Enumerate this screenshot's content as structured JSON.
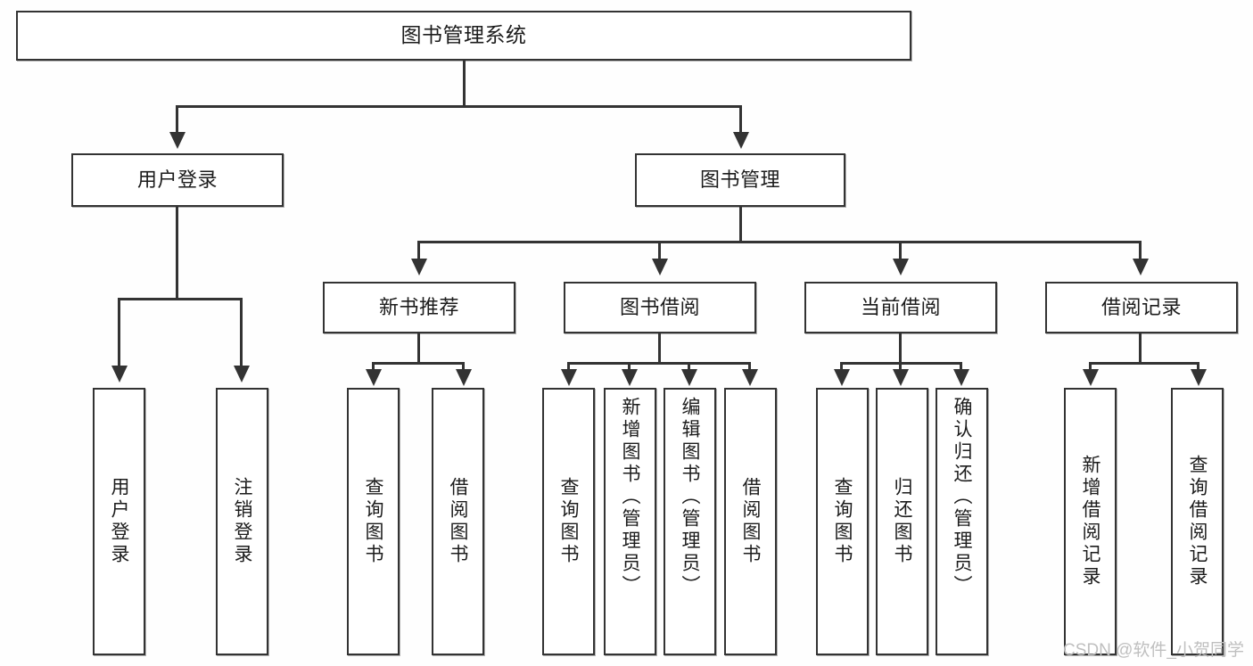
{
  "diagram": {
    "title": "图书管理系统",
    "type": "tree-diagram",
    "watermark": "CSDN @软件_小贺同学",
    "colors": {
      "stroke": "#333333",
      "box_fill": "#ffffff",
      "text": "#1c1c1c",
      "watermark": "#bfbfbf",
      "background": "#fefefe"
    },
    "levels": {
      "level1": {
        "nodes": [
          {
            "id": "root",
            "label": "图书管理系统"
          }
        ]
      },
      "level2": {
        "nodes": [
          {
            "id": "user-login",
            "label": "用户登录"
          },
          {
            "id": "book-manage",
            "label": "图书管理"
          }
        ]
      },
      "level3": {
        "nodes": [
          {
            "id": "new-book-rec",
            "label": "新书推荐"
          },
          {
            "id": "book-borrow",
            "label": "图书借阅"
          },
          {
            "id": "current-borrow",
            "label": "当前借阅"
          },
          {
            "id": "borrow-record",
            "label": "借阅记录"
          }
        ]
      },
      "level4": {
        "groups": [
          {
            "parent": "user-login",
            "nodes": [
              {
                "id": "leaf-user-login",
                "label": "用户登录"
              },
              {
                "id": "leaf-user-logout",
                "label": "注销登录"
              }
            ]
          },
          {
            "parent": "new-book-rec",
            "nodes": [
              {
                "id": "leaf-query-book-1",
                "label": "查询图书"
              },
              {
                "id": "leaf-borrow-book-1",
                "label": "借阅图书"
              }
            ]
          },
          {
            "parent": "book-borrow",
            "nodes": [
              {
                "id": "leaf-query-book-2",
                "label": "查询图书"
              },
              {
                "id": "leaf-add-book",
                "label": "新增图书（管理员）"
              },
              {
                "id": "leaf-edit-book",
                "label": "编辑图书（管理员）"
              },
              {
                "id": "leaf-borrow-book-2",
                "label": "借阅图书"
              }
            ]
          },
          {
            "parent": "current-borrow",
            "nodes": [
              {
                "id": "leaf-query-book-3",
                "label": "查询图书"
              },
              {
                "id": "leaf-return-book",
                "label": "归还图书"
              },
              {
                "id": "leaf-confirm-return",
                "label": "确认归还（管理员）"
              }
            ]
          },
          {
            "parent": "borrow-record",
            "nodes": [
              {
                "id": "leaf-add-record",
                "label": "新增借阅记录"
              },
              {
                "id": "leaf-query-record",
                "label": "查询借阅记录"
              }
            ]
          }
        ]
      }
    }
  }
}
